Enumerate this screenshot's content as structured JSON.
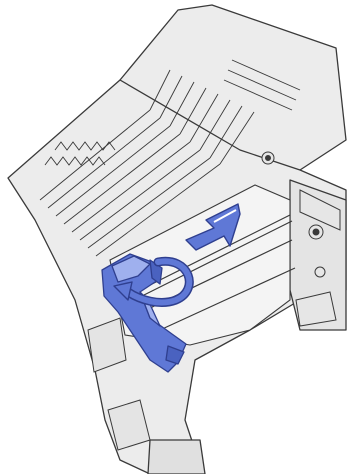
{
  "figure": {
    "colors": {
      "body_fill": "#ececec",
      "line": "#3a3a3a",
      "shadow": "#d2d2d2",
      "accent": "#5f78d6",
      "accent_dark": "#2f3f8f",
      "accent_light": "#9fb0ee"
    },
    "icons": {
      "part": "lever-handle",
      "insert_arrow": "arrow-right",
      "rotate_arrow": "rotate-counterclockwise-arrow"
    }
  }
}
